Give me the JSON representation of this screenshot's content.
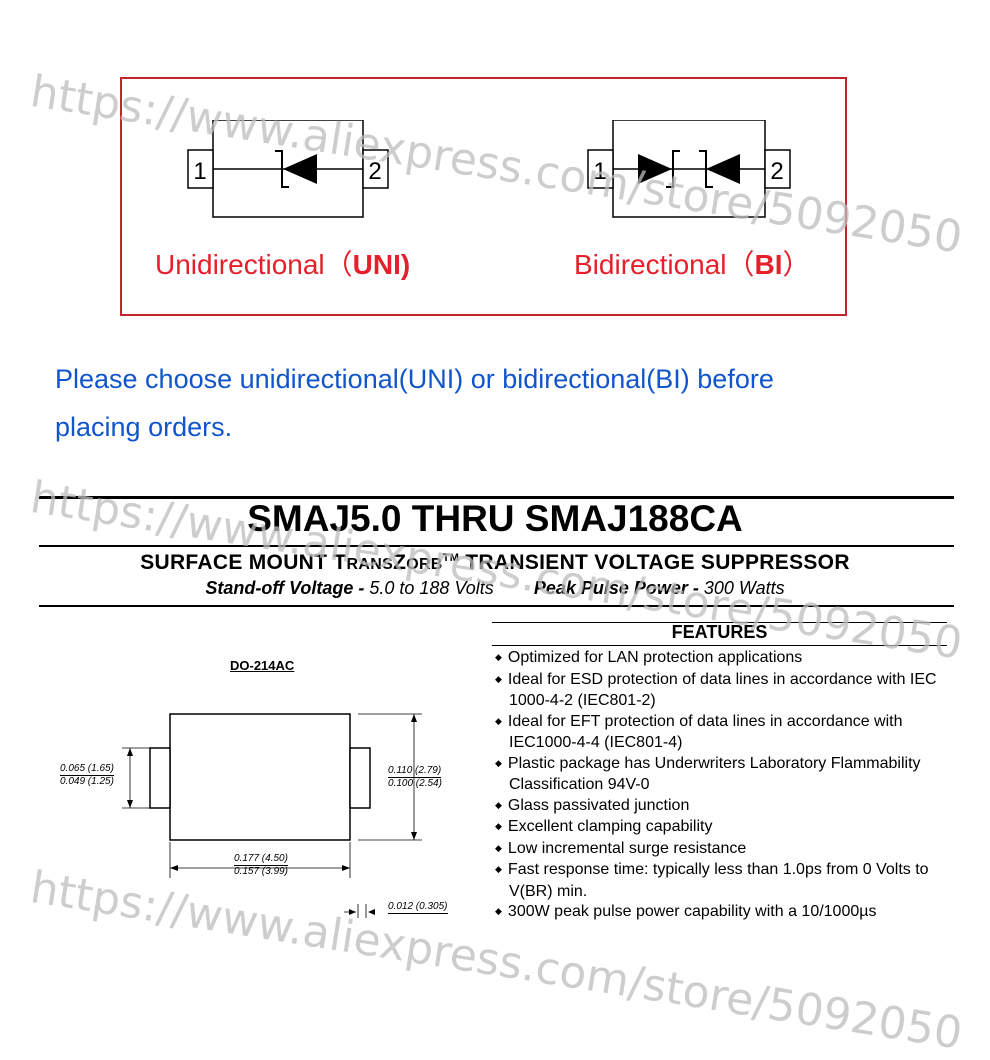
{
  "watermark": "https://www.aliexpress.com/store/5092050",
  "polarity": {
    "uni": {
      "pin1": "1",
      "pin2": "2",
      "label": "Unidirectional（",
      "label_bold": "UNI)"
    },
    "bi": {
      "pin1": "1",
      "pin2": "2",
      "label": "Bidirectional（",
      "label_bold": "BI",
      "label_end": "）"
    }
  },
  "notice": {
    "line1": "Please choose unidirectional(UNI) or bidirectional(BI) before",
    "line2": "placing orders."
  },
  "datasheet": {
    "title": "SMAJ5.0 THRU SMAJ188CA",
    "subtitle_1": "SURFACE MOUNT T",
    "subtitle_sc1": "RANS",
    "subtitle_2": "Z",
    "subtitle_sc2": "ORB",
    "subtitle_tm": "TM",
    "subtitle_3": " TRANSIENT VOLTAGE SUPPRESSOR",
    "standoff_label": "Stand-off Voltage -",
    "standoff_value": " 5.0 to 188 Volts",
    "peak_label": "Peak Pulse Power -",
    "peak_value": " 300 Watts",
    "package": "DO-214AC",
    "dims": {
      "height_max": "0.065 (1.65)",
      "height_min": "0.049 (1.25)",
      "body_max": "0.110 (2.79)",
      "body_min": "0.100 (2.54)",
      "length_max": "0.177 (4.50)",
      "length_min": "0.157 (3.99)",
      "lead_max": "0.012 (0.305)"
    },
    "features_title": "FEATURES",
    "features": [
      "Optimized for LAN protection applications",
      "Ideal for ESD protection of data lines in accordance with IEC 1000-4-2 (IEC801-2)",
      "Ideal for EFT protection of data lines in accordance with IEC1000-4-4 (IEC801-4)",
      "Plastic package has Underwriters Laboratory Flammability Classification 94V-0",
      "Glass passivated junction",
      "Excellent clamping capability",
      "Low incremental surge resistance",
      "Fast response time: typically less than 1.0ps from 0 Volts to V(BR) min.",
      "300W peak pulse power capability with a 10/1000µs"
    ]
  }
}
